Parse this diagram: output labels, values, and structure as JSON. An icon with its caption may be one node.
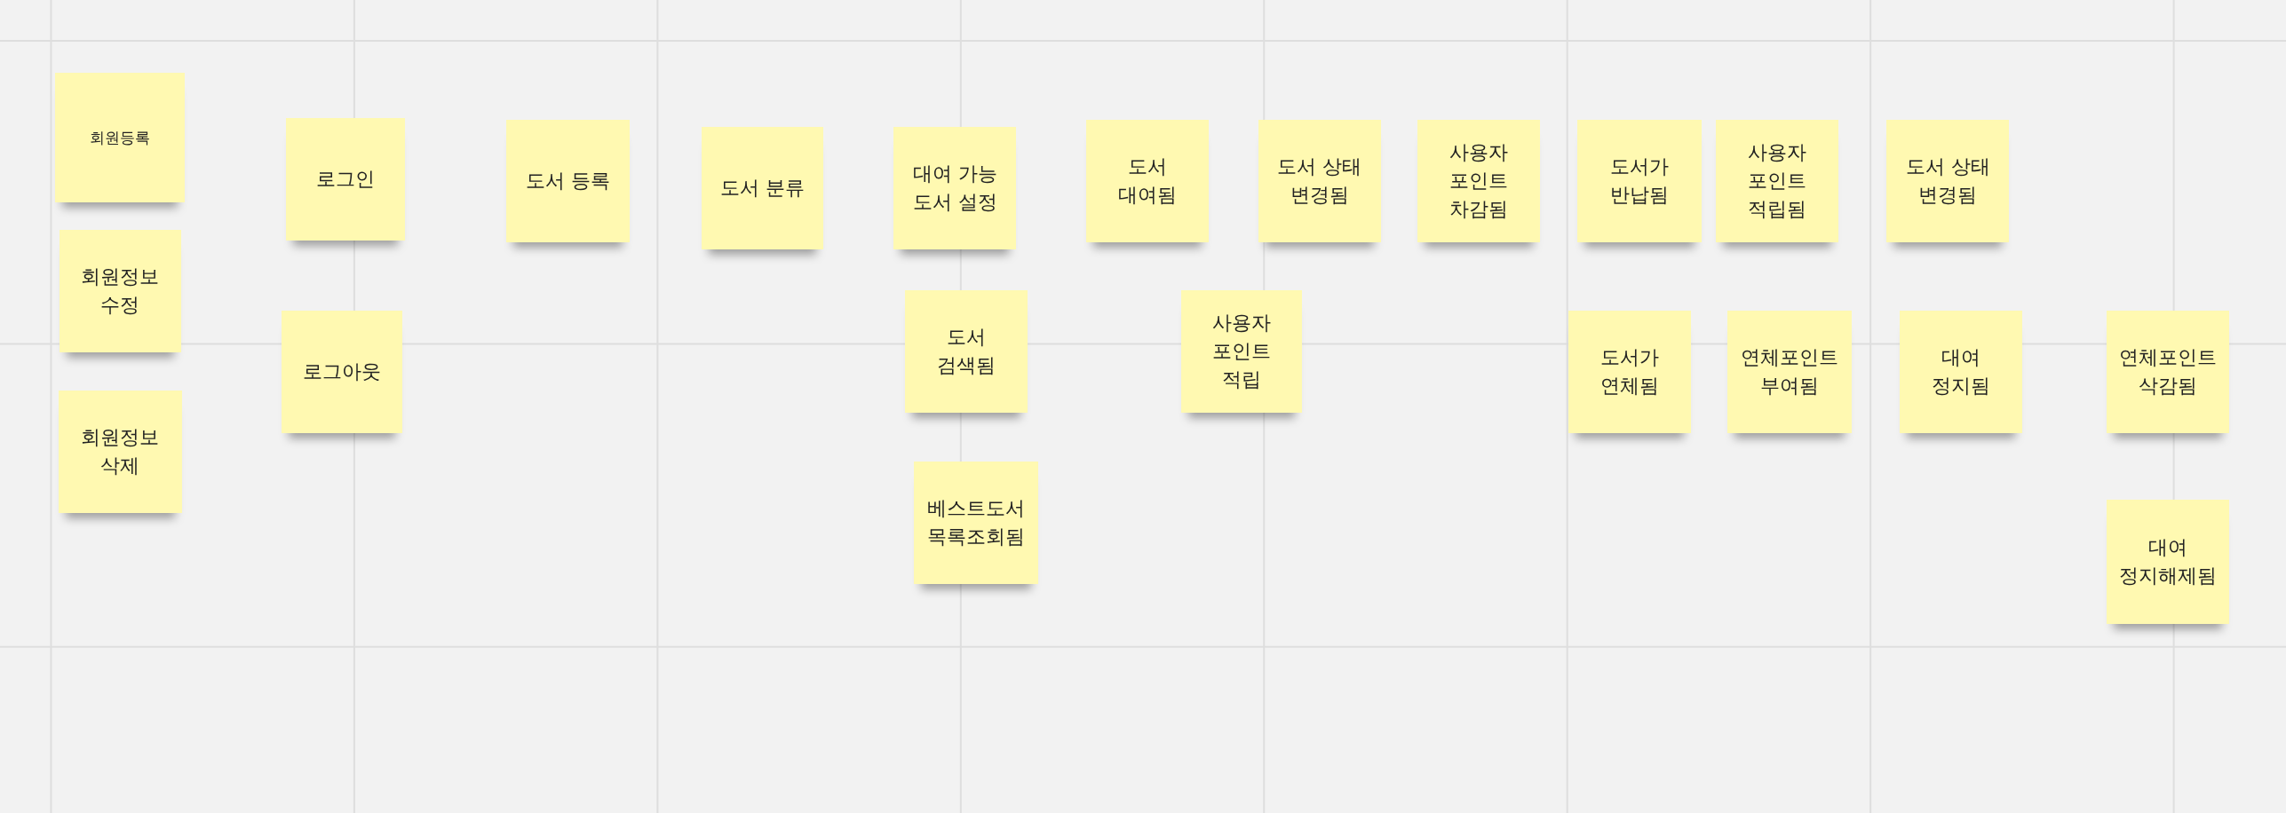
{
  "diagram": {
    "nodes": [
      {
        "text": [
          "회원등록"
        ]
      },
      {
        "text": [
          "회원정보 수정"
        ]
      },
      {
        "text": [
          "회원정보 삭제"
        ]
      },
      {
        "text": [
          "로그인"
        ]
      },
      {
        "text": [
          "로그아웃"
        ]
      },
      {
        "text": [
          "도서 등록"
        ]
      },
      {
        "text": [
          "도서 분류"
        ]
      },
      {
        "text": [
          "대여 가능 도서 설정"
        ]
      },
      {
        "text": [
          "도서 검색됨"
        ]
      },
      {
        "text": [
          "베스트도서 목록조회됨"
        ]
      },
      {
        "text": [
          "도서 대여됨"
        ]
      },
      {
        "text": [
          "사용자 포인트 적립"
        ]
      },
      {
        "text": [
          "도서 상태 변경됨"
        ]
      },
      {
        "text": [
          "사용자 포인트 차감됨"
        ]
      },
      {
        "text": [
          "도서가 반납됨"
        ]
      },
      {
        "text": [
          "도서가 연체됨"
        ]
      },
      {
        "text": [
          "사용자 포인트 적립됨"
        ]
      },
      {
        "text": [
          "연체포인트 부여됨"
        ]
      },
      {
        "text": [
          "도서 상태 변경됨"
        ]
      },
      {
        "text": [
          "대여 정지됨"
        ]
      },
      {
        "text": [
          "연체포인트 삭감됨"
        ]
      },
      {
        "text": [
          "대여 정지해제됨"
        ]
      }
    ]
  }
}
